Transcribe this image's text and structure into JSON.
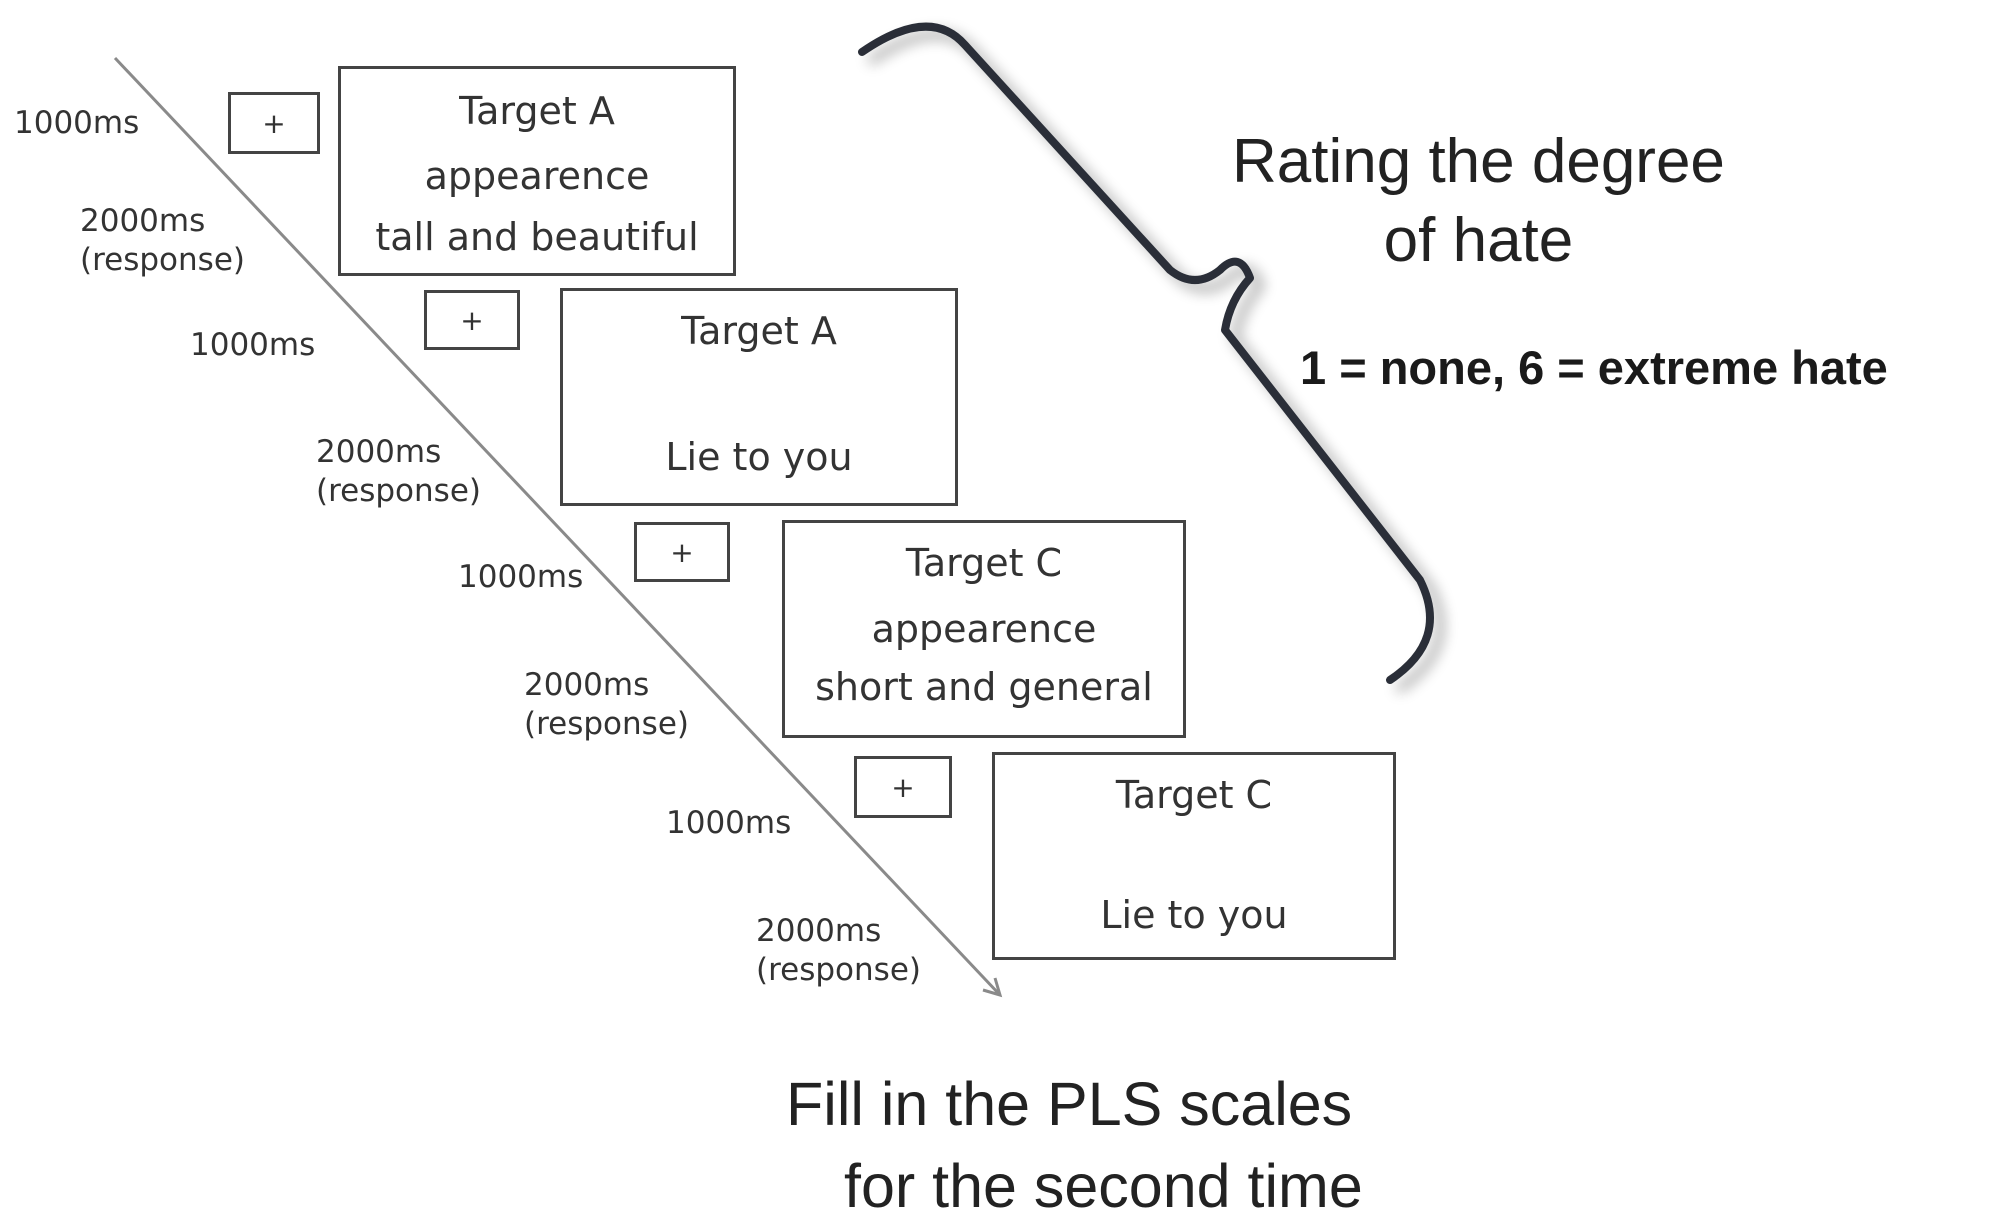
{
  "fixation": {
    "symbol": "+"
  },
  "trials": [
    {
      "fixation_duration": "1000ms",
      "stimulus_duration": "2000ms",
      "response_label": "(response)",
      "stimulus": {
        "line1": "Target A",
        "line2": "appearence",
        "line3": "tall and beautiful"
      }
    },
    {
      "fixation_duration": "1000ms",
      "stimulus_duration": "2000ms",
      "response_label": "(response)",
      "stimulus": {
        "line1": "Target A",
        "line2": "",
        "line3": "Lie to you"
      }
    },
    {
      "fixation_duration": "1000ms",
      "stimulus_duration": "2000ms",
      "response_label": "(response)",
      "stimulus": {
        "line1": "Target C",
        "line2": "appearence",
        "line3": "short and general"
      }
    },
    {
      "fixation_duration": "1000ms",
      "stimulus_duration": "2000ms",
      "response_label": "(response)",
      "stimulus": {
        "line1": "Target C",
        "line2": "",
        "line3": "Lie to you"
      }
    }
  ],
  "rating": {
    "title_line1": "Rating the degree",
    "title_line2": "of  hate",
    "scale": "1 = none, 6 = extreme hate"
  },
  "final_instruction": {
    "line1": "Fill in the PLS scales",
    "line2": "for the second time"
  },
  "colors": {
    "line": "#8a8a8a",
    "box_border": "#444444",
    "brace": "#2a2f38"
  }
}
